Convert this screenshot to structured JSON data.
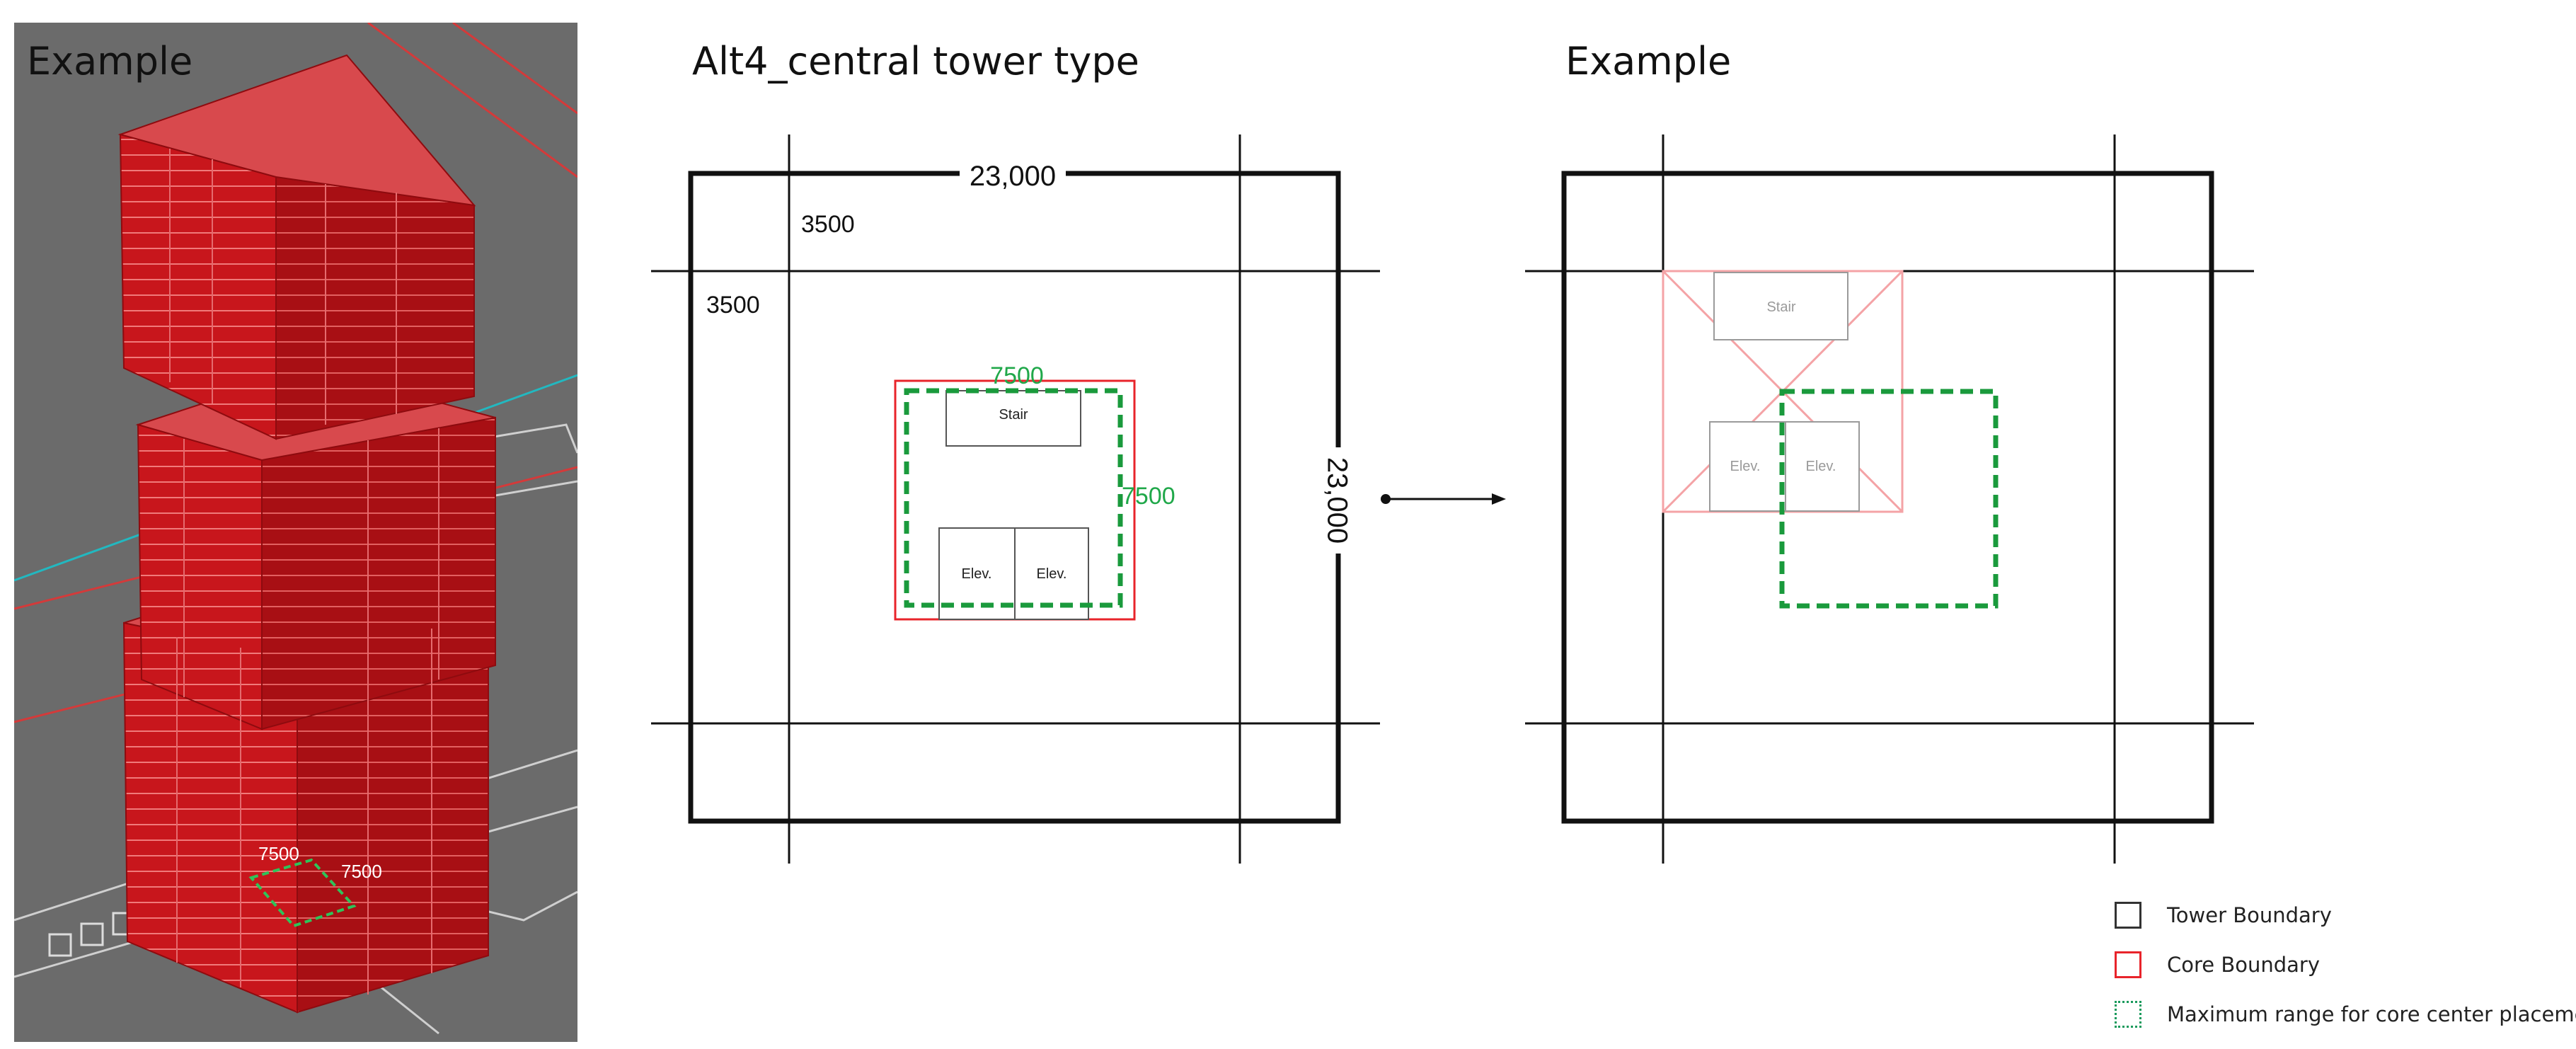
{
  "panels": {
    "left_title": "Example",
    "center_title": "Alt4_central tower type",
    "right_title": "Example"
  },
  "render_labels": {
    "dim_a": "7500",
    "dim_b": "7500"
  },
  "plan": {
    "width_dim": "23,000",
    "height_dim": "23,000",
    "offset_top": "3500",
    "offset_left": "3500",
    "range_w": "7500",
    "range_h": "7500",
    "stair": "Stair",
    "elev_1": "Elev.",
    "elev_2": "Elev."
  },
  "example_plan": {
    "stair": "Stair",
    "elev_1": "Elev.",
    "elev_2": "Elev."
  },
  "legend": {
    "tower": "Tower Boundary",
    "core": "Core Boundary",
    "range": "Maximum range for core center placement"
  },
  "colors": {
    "tower": "#111111",
    "core": "#e8242b",
    "range": "#1a9a3c",
    "range_text": "#20a84a",
    "render_bg": "#6b6b6b",
    "building": "#c8161c",
    "ghost_core": "#f4a3a6",
    "ghost_text": "#9a9a9a"
  }
}
